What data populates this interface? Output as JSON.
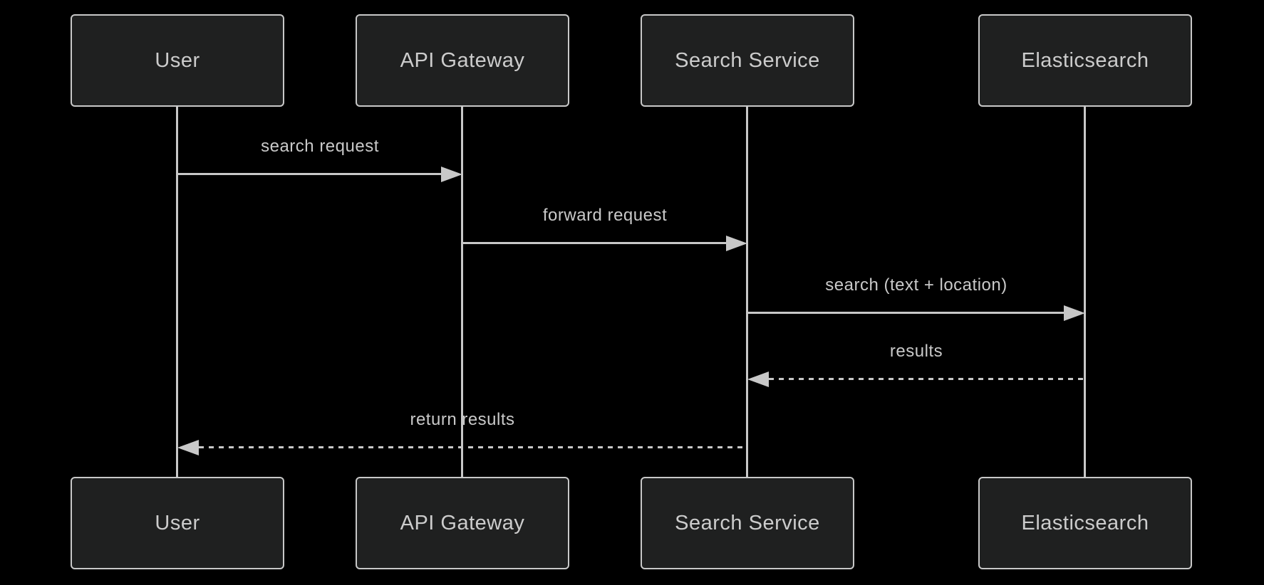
{
  "diagram": {
    "type": "sequence-diagram",
    "actors": [
      {
        "name": "User"
      },
      {
        "name": "API Gateway"
      },
      {
        "name": "Search Service"
      },
      {
        "name": "Elasticsearch"
      }
    ],
    "messages": [
      {
        "from": "User",
        "to": "API Gateway",
        "label": "search request",
        "line_style": "solid",
        "direction": "right"
      },
      {
        "from": "API Gateway",
        "to": "Search Service",
        "label": "forward request",
        "line_style": "solid",
        "direction": "right"
      },
      {
        "from": "Search Service",
        "to": "Elasticsearch",
        "label": "search (text + location)",
        "line_style": "solid",
        "direction": "right"
      },
      {
        "from": "Elasticsearch",
        "to": "Search Service",
        "label": "results",
        "line_style": "dashed",
        "direction": "left"
      },
      {
        "from": "Search Service",
        "to": "User",
        "label": "return results",
        "line_style": "dashed",
        "direction": "left"
      }
    ],
    "colors": {
      "background": "#000000",
      "actor_fill": "#1f2020",
      "actor_border": "#c8c8c8",
      "actor_text": "#cccccc",
      "line": "#c8c8c8",
      "message_text": "#c9c9c9"
    }
  }
}
